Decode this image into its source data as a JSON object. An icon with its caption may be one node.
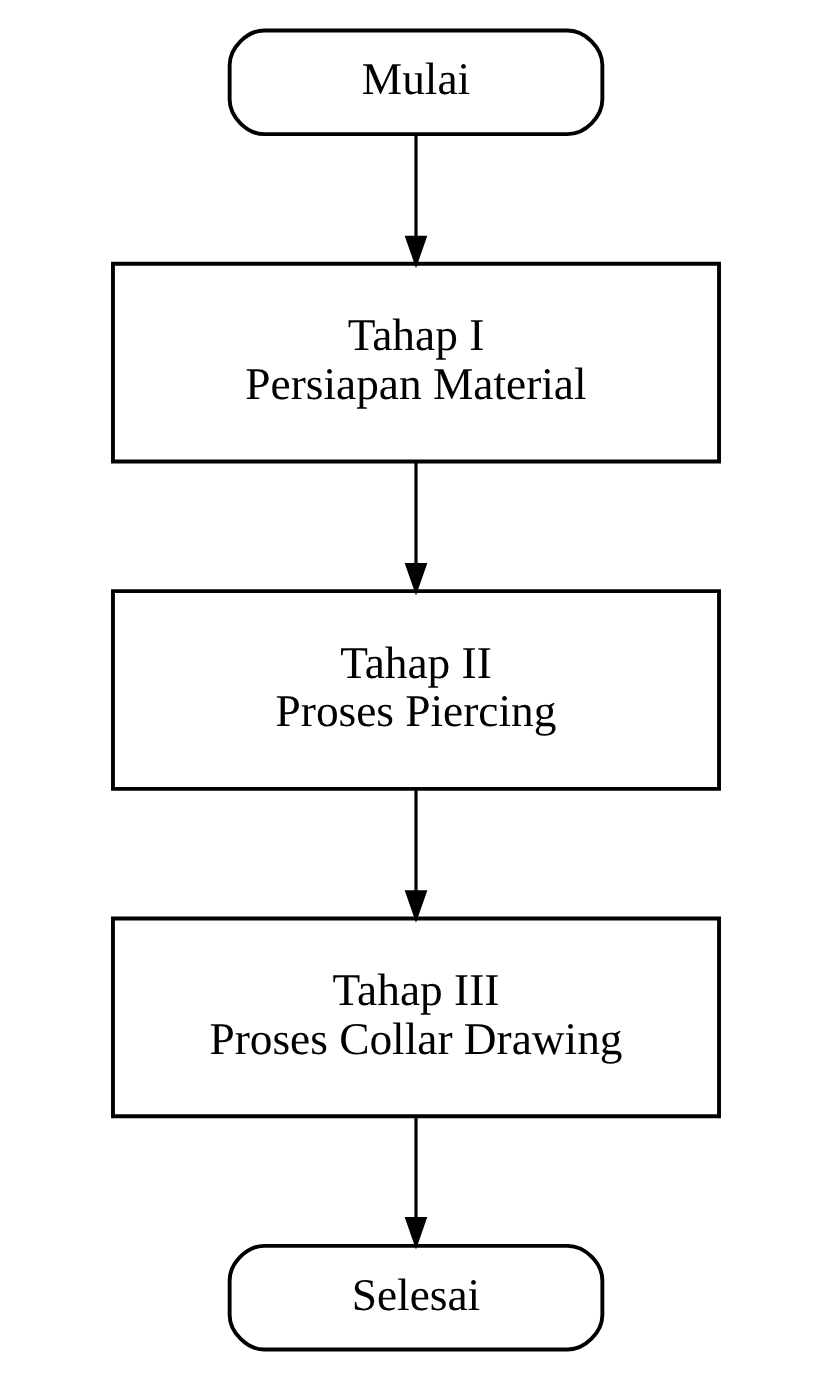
{
  "diagram": {
    "nodes": [
      {
        "text": [
          "Mulai"
        ]
      },
      {
        "text": [
          "Tahap I",
          "Persiapan Material"
        ]
      },
      {
        "text": [
          "Tahap II",
          "Proses Piercing"
        ]
      },
      {
        "text": [
          "Tahap III",
          "Proses Collar Drawing"
        ]
      },
      {
        "text": [
          "Selesai"
        ]
      }
    ],
    "edges": [
      {
        "from": 0,
        "to": 1,
        "arrow": "to"
      },
      {
        "from": 1,
        "to": 2,
        "arrow": "to"
      },
      {
        "from": 2,
        "to": 3,
        "arrow": "to"
      },
      {
        "from": 3,
        "to": 4,
        "arrow": "to"
      }
    ]
  }
}
